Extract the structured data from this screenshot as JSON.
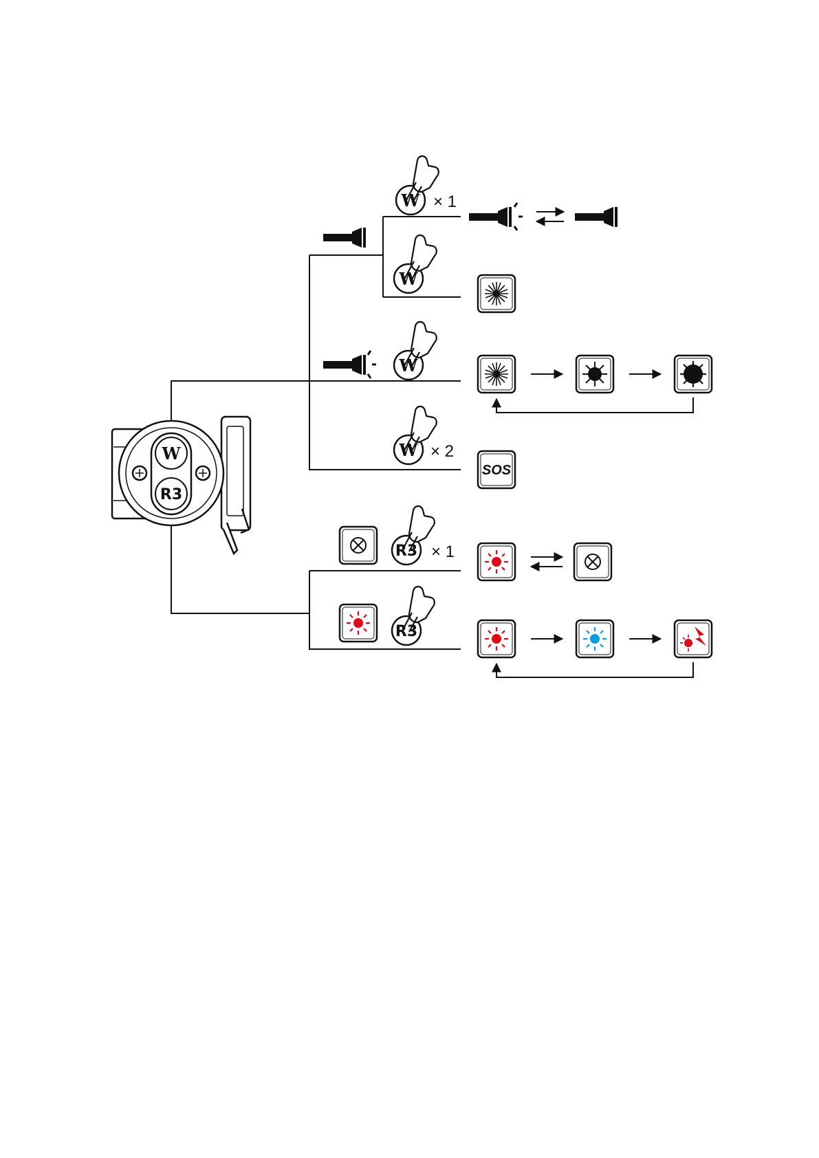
{
  "buttons": {
    "white": "W",
    "red_blue": "R3"
  },
  "press_labels": {
    "once_top": "× 1",
    "twice": "× 2",
    "once_rb": "× 1"
  },
  "modes": {
    "sos": "SOS"
  },
  "colors": {
    "ink": "#111111",
    "red": "#e30613",
    "blue": "#009fe3"
  }
}
